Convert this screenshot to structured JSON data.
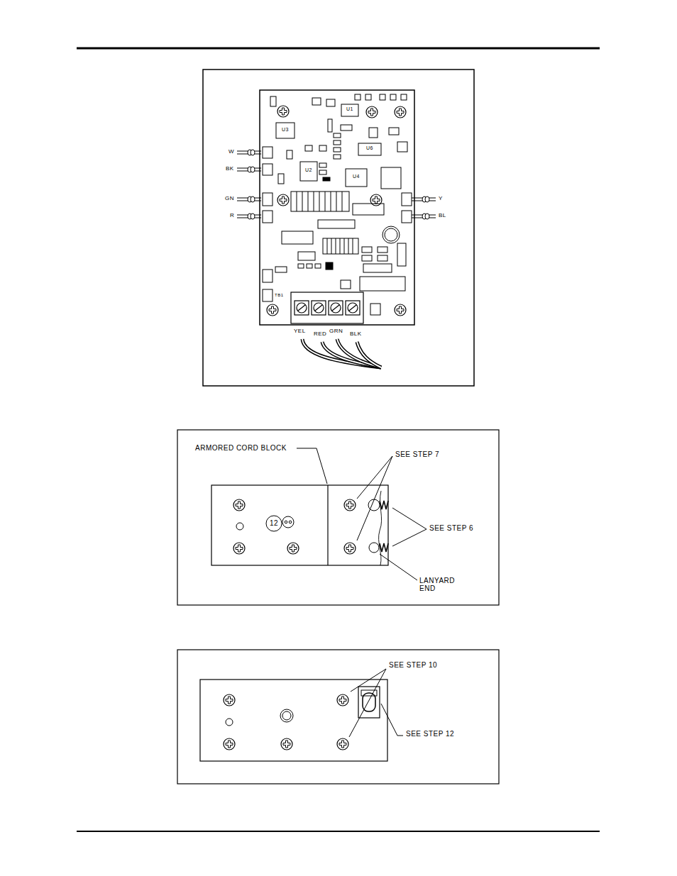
{
  "diagram": {
    "labels": [
      "W",
      "BK",
      "GN",
      "R",
      "Y",
      "BL",
      "YEL",
      "RED",
      "GRN",
      "BLK",
      "TB1",
      "U3",
      "U2",
      "U4",
      "U6",
      "U1",
      "ARMORED CORD BLOCK",
      "SEE STEP 7",
      "SEE STEP 6",
      "LANYARD END",
      "12",
      "SEE STEP 10",
      "SEE STEP 12"
    ]
  }
}
